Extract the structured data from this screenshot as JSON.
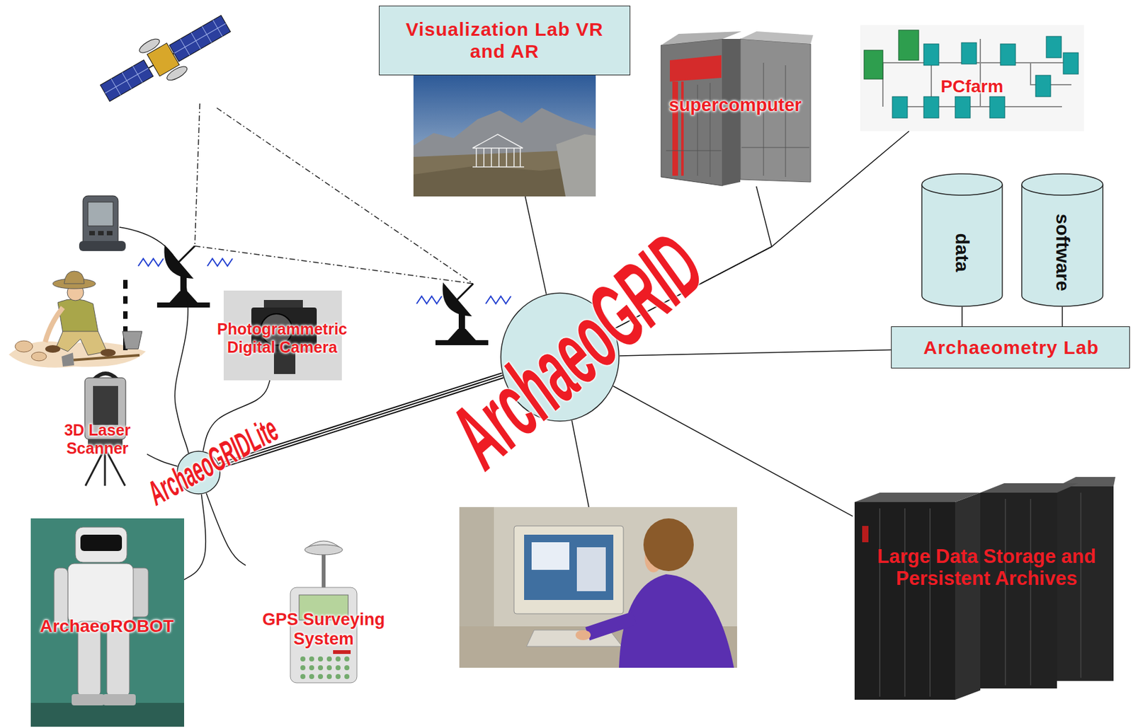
{
  "diagram": {
    "nodes": [
      {
        "text": [
          "Visualization Lab VR and AR"
        ]
      },
      {
        "text": [
          "supercomputer"
        ]
      },
      {
        "text": [
          "PCfarm"
        ]
      },
      {
        "text": [
          "data"
        ]
      },
      {
        "text": [
          "software"
        ]
      },
      {
        "text": [
          "ArchaeoGRID"
        ]
      },
      {
        "text": [
          "Archaeometry Lab"
        ]
      },
      {
        "text": [
          "Photogrammetric Digital Camera"
        ]
      },
      {
        "text": [
          "3D Laser Scanner"
        ]
      },
      {
        "text": [
          "ArchaeoGRIDLite"
        ]
      },
      {
        "text": [
          "Large Data Storage and Persistent Archives"
        ]
      },
      {
        "text": [
          "ArchaeoROBOT"
        ]
      },
      {
        "text": [
          "GPS Surveying System"
        ]
      }
    ],
    "edges": [
      {
        "from": 5,
        "to": 0,
        "arrow": "none"
      },
      {
        "from": 5,
        "to": 1,
        "arrow": "none"
      },
      {
        "from": 5,
        "to": 2,
        "arrow": "none"
      },
      {
        "from": 5,
        "to": 6,
        "arrow": "none"
      },
      {
        "from": 5,
        "to": 10,
        "arrow": "none"
      },
      {
        "from": 6,
        "to": 3,
        "arrow": "none"
      },
      {
        "from": 6,
        "to": 4,
        "arrow": "none"
      },
      {
        "from": 9,
        "to": 5,
        "arrow": "none"
      },
      {
        "from": 9,
        "to": 7,
        "arrow": "none"
      },
      {
        "from": 9,
        "to": 8,
        "arrow": "none"
      },
      {
        "from": 9,
        "to": 11,
        "arrow": "none"
      },
      {
        "from": 9,
        "to": 12,
        "arrow": "none"
      }
    ]
  }
}
